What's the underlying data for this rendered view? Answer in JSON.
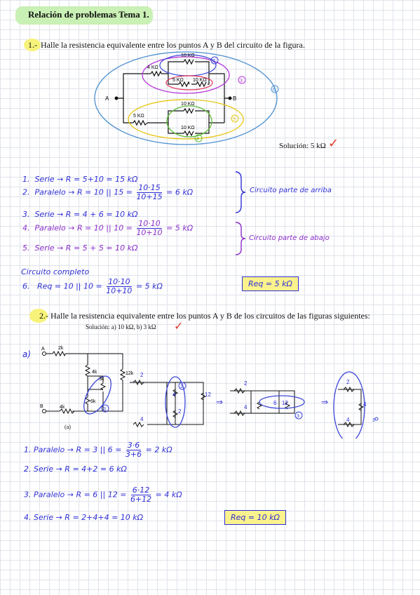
{
  "header": {
    "title": "Relación de problemas Tema 1."
  },
  "problem1": {
    "number": "1.-",
    "statement": "Halle la resistencia equivalente entre los puntos A y B del circuito de la figura.",
    "solution_label": "Solución: 5 kΩ",
    "check": "✓",
    "circuit": {
      "nodes": [
        "A",
        "B"
      ],
      "resistors": [
        "4 KΩ",
        "10 KΩ",
        "5 KΩ",
        "10 KΩ",
        "10 KΩ",
        "5 KΩ",
        "10 KΩ"
      ],
      "circle_labels": [
        "2",
        "3",
        "6",
        "5",
        "4"
      ]
    },
    "steps": [
      {
        "n": "1.",
        "text": "Serie → R = 5+10 = 15 kΩ"
      },
      {
        "n": "2.",
        "text": "Paralelo → R = 10 || 15 =",
        "num": "10·15",
        "den": "10+15",
        "result": "= 6 kΩ"
      },
      {
        "n": "3.",
        "text": "Serie → R = 4 + 6 = 10 kΩ"
      },
      {
        "n": "4.",
        "text": "Paralelo → R = 10 || 10 =",
        "num": "10·10",
        "den": "10+10",
        "result": "= 5 kΩ"
      },
      {
        "n": "5.",
        "text": "Serie → R = 5 + 5 = 10 kΩ"
      }
    ],
    "brace_notes": [
      "Circuito parte de arriba",
      "Circuito parte de abajo"
    ],
    "complete_label": "Circuito completo",
    "final_step": {
      "n": "6.",
      "text": "Req = 10 || 10 =",
      "num": "10·10",
      "den": "10+10",
      "result": "= 5 kΩ"
    },
    "final_box": "Req = 5 kΩ"
  },
  "problem2": {
    "number": "2.-",
    "statement": "Halle la resistencia equivalente entre los puntos A y B de los circuitos de las figuras siguientes:",
    "solution_label": "Solución: a) 10 kΩ, b) 3 kΩ",
    "check": "✓",
    "part_label": "a)",
    "figure_caption": "(a)",
    "circuit": {
      "nodes": [
        "A",
        "B"
      ],
      "resistors": [
        "2k",
        "4k",
        "12k",
        "3k",
        "6k",
        "4k"
      ],
      "circle_labels": [
        "3",
        "2",
        "3",
        "3"
      ]
    },
    "reduction_values": [
      "2",
      "4",
      "2",
      "12",
      "4",
      "2",
      "4",
      "6",
      "12",
      "2",
      "4",
      "4"
    ],
    "steps": [
      {
        "n": "1.",
        "text": "Paralelo → R = 3 || 6 =",
        "num": "3·6",
        "den": "3+6",
        "result": "= 2 kΩ"
      },
      {
        "n": "2.",
        "text": "Serie → R = 4+2 = 6 kΩ"
      },
      {
        "n": "3.",
        "text": "Paralelo → R = 6 || 12 =",
        "num": "6·12",
        "den": "6+12",
        "result": "= 4 kΩ"
      },
      {
        "n": "4.",
        "text": "Serie → R = 2+4+4 = 10 kΩ"
      }
    ],
    "final_box": "Req = 10 kΩ"
  }
}
